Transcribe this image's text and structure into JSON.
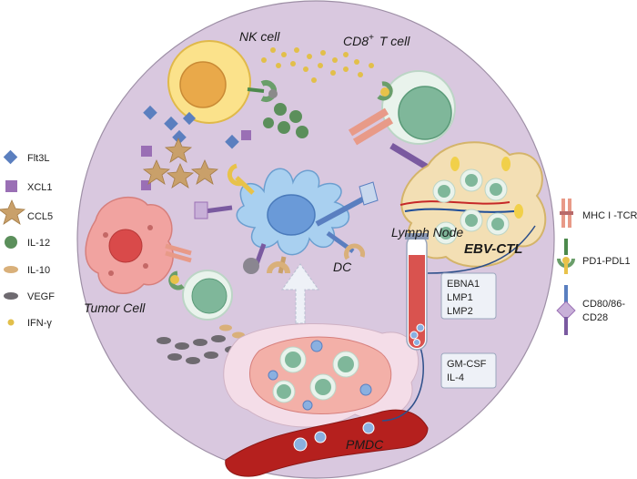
{
  "labels": {
    "nk_cell": "NK cell",
    "cd8_main": "CD8",
    "cd8_sup": "+",
    "cd8_rest": "T cell",
    "tumor_cell": "Tumor Cell",
    "dc": "DC",
    "lymph_node": "Lymph Node",
    "ebv_ctl": "EBV-CTL",
    "pmdc": "PMDC"
  },
  "left_legend": [
    {
      "icon": "diamond-icon",
      "label": "Flt3L",
      "color": "#5b7fbf"
    },
    {
      "icon": "square-icon",
      "label": "XCL1",
      "color": "#9a6fb5"
    },
    {
      "icon": "star-icon",
      "label": "CCL5",
      "color": "#c9a06a"
    },
    {
      "icon": "circle-icon",
      "label": "IL-12",
      "color": "#5b8f5b"
    },
    {
      "icon": "oval-icon",
      "label": "IL-10",
      "color": "#d9b07a"
    },
    {
      "icon": "ellipse-icon",
      "label": "VEGF",
      "color": "#6e6a70"
    },
    {
      "icon": "dot-icon",
      "label": "IFN-γ",
      "color": "#e2bf4a"
    }
  ],
  "right_legend": [
    {
      "icon": "mhc-tcr-icon",
      "label": "MHC I -TCR"
    },
    {
      "icon": "pd1-pdl1-icon",
      "label": "PD1-PDL1"
    },
    {
      "icon": "cd80-cd28-icon",
      "label_lines": [
        "CD80/86-",
        "CD28"
      ]
    }
  ],
  "antigen_box": [
    "EBNA1",
    "LMP1",
    "LMP2"
  ],
  "cytokine_box": [
    "GM-CSF",
    "IL-4"
  ],
  "colors": {
    "circle_bg": "#d9c8df",
    "nk": "#f7d56a",
    "tcell": "#7fb79a",
    "dc": "#6a9ad8",
    "tumor": "#f1a3a0",
    "vessel": "#b5201e"
  }
}
